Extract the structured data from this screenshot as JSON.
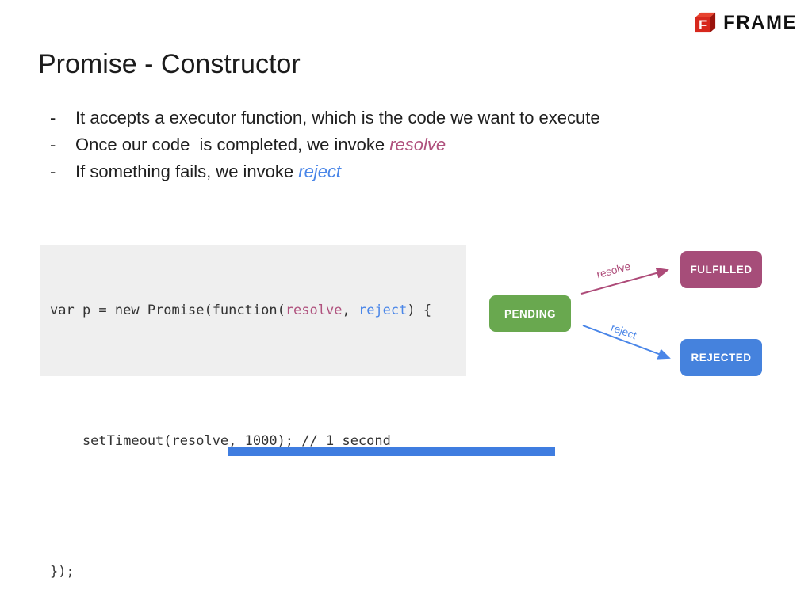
{
  "header": {
    "brand": "FRAME",
    "logo_letter": "F"
  },
  "title": "Promise - Constructor",
  "bullet_marker": "-",
  "bullets": [
    {
      "text": "It accepts a executor function, which is the code we want to execute",
      "accent": ""
    },
    {
      "text": "Once our code  is completed, we invoke ",
      "accent": "resolve"
    },
    {
      "text": "If something fails, we invoke ",
      "accent": "reject"
    }
  ],
  "code": {
    "line1": {
      "s1": "var p = new Promise(function(",
      "s2": "resolve",
      "s3": ", ",
      "s4": "reject",
      "s5": ") {"
    },
    "line3": "    setTimeout(resolve, 1000); // 1 second",
    "line5": "});"
  },
  "diagram": {
    "pending_label": "PENDING",
    "fulfilled_label": "FULFILLED",
    "rejected_label": "REJECTED",
    "resolve_label": "resolve",
    "reject_label": "reject"
  },
  "colors": {
    "accent_pink": "#b0527e",
    "accent_blue": "#4a86e8",
    "arrow_pink": "#ad4a78",
    "arrow_blue": "#4a86e8",
    "pending_green": "#69a84f",
    "fulfilled_maroon": "#a64d79",
    "rejected_blue": "#4582dd",
    "code_background": "#efefef",
    "logo_red": "#d7281d",
    "progress_blue": "#3f7de0"
  }
}
